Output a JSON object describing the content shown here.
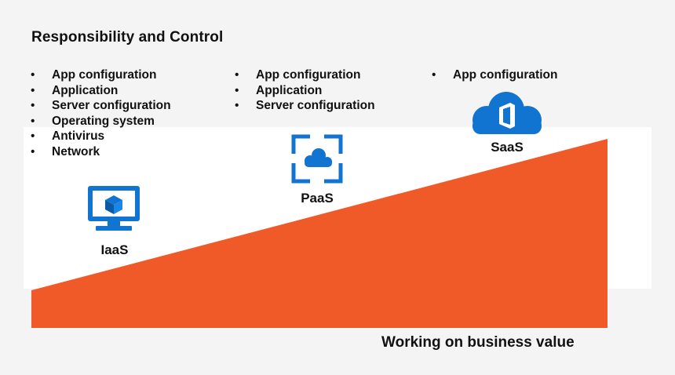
{
  "title": "Responsibility and Control",
  "tiers": [
    {
      "name": "IaaS",
      "items": [
        "App configuration",
        "Application",
        "Server configuration",
        "Operating system",
        "Antivirus",
        "Network"
      ]
    },
    {
      "name": "PaaS",
      "items": [
        "App configuration",
        "Application",
        "Server configuration"
      ]
    },
    {
      "name": "SaaS",
      "items": [
        "App configuration"
      ]
    }
  ],
  "footer": "Working on business value",
  "colors": {
    "wedge": "#f05a28",
    "icon_blue": "#1174d1",
    "background": "#f4f4f4",
    "panel": "#ffffff"
  },
  "icons": {
    "iaas": "virtual-machine-icon",
    "paas": "cloud-service-icon",
    "saas": "office-cloud-icon"
  }
}
